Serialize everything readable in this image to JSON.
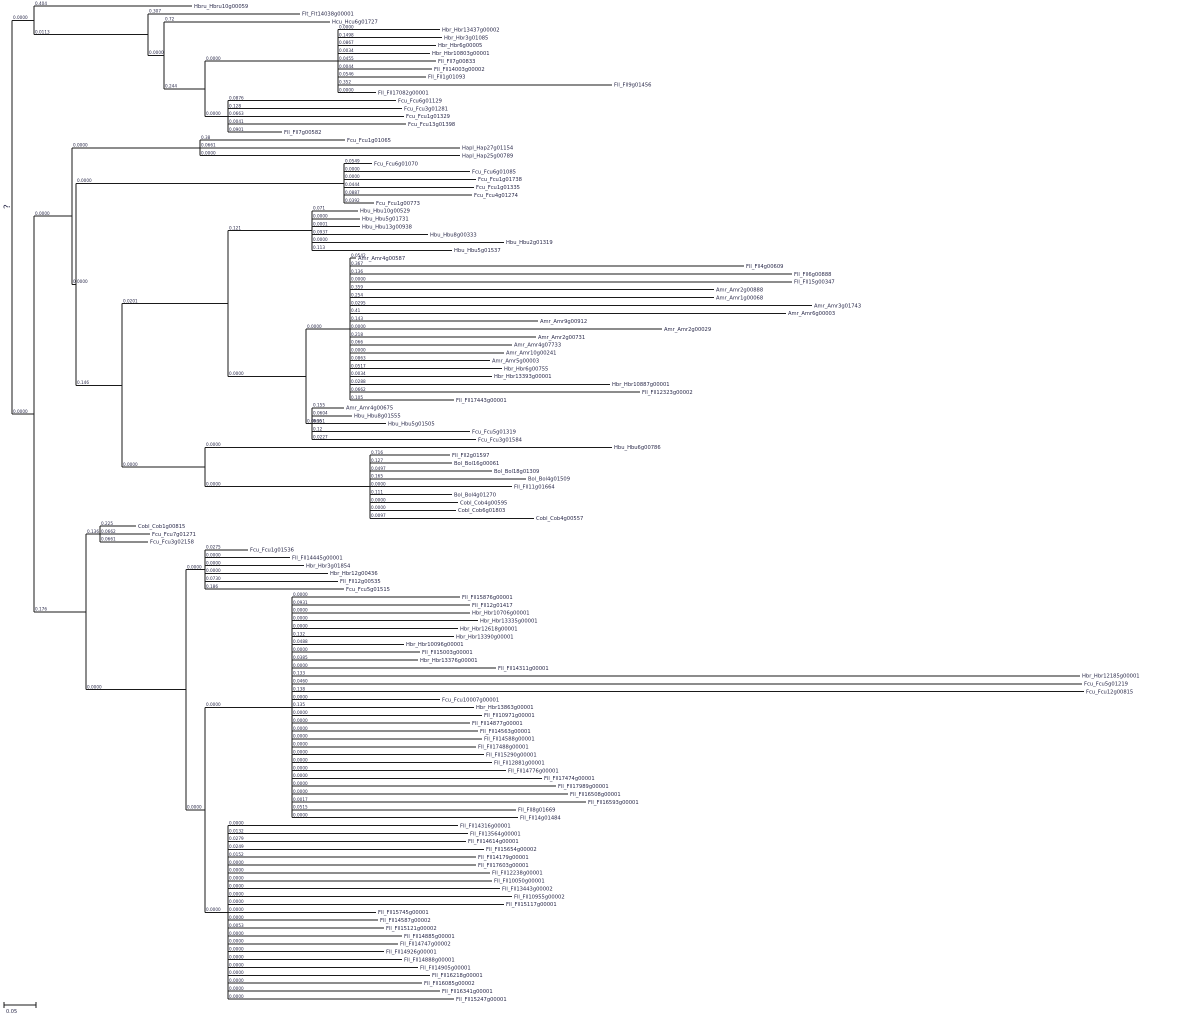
{
  "tree": {
    "root_marker": "?",
    "scale_label": "0.05",
    "line_color": "#1a1a1a",
    "text_color": "#2a2a4a",
    "leaves": [
      {
        "label": "Hbru_Hbru10g00059",
        "support": "0.404"
      },
      {
        "label": "Flt_Flt14038g00001",
        "support": "0.307"
      },
      {
        "label": "Hcu_Hcu6g01727",
        "support": "0.72"
      },
      {
        "label": "Hbr_Hbr13437g00002",
        "support": "0.0000"
      },
      {
        "label": "Hbr_Hbr3g01085",
        "support": "0.1498"
      },
      {
        "label": "Hbr_Hbr6g00005",
        "support": "0.0867"
      },
      {
        "label": "Hbr_Hbr10803g00001",
        "support": "0.0034"
      },
      {
        "label": "Fll_Fll7g00833",
        "support": "0.0455"
      },
      {
        "label": "Fll_Fll14003g00002",
        "support": "0.0044"
      },
      {
        "label": "Fll_Fll1g01093",
        "support": "0.0546"
      },
      {
        "label": "Fll_Fll9g01456",
        "support": "0.352"
      },
      {
        "label": "Fll_Fll17082g00001",
        "support": "0.0000"
      },
      {
        "label": "Fcu_Fcu6g01129",
        "support": "0.0876"
      },
      {
        "label": "Fcu_Fcu3g01281",
        "support": "0.128"
      },
      {
        "label": "Fcu_Fcu1g01329",
        "support": "0.0663"
      },
      {
        "label": "Fcu_Fcu13g01398",
        "support": "0.0041"
      },
      {
        "label": "Fll_Fll7g00582",
        "support": "0.0901"
      },
      {
        "label": "Fcu_Fcu1g01065",
        "support": "0.38"
      },
      {
        "label": "Hapl_Hap27g01154",
        "support": "0.0661"
      },
      {
        "label": "Hapl_Hap25g00789",
        "support": "0.0000"
      },
      {
        "label": "Fcu_Fcu6g01070",
        "support": "0.0549"
      },
      {
        "label": "Fcu_Fcu6g01085",
        "support": "0.0000"
      },
      {
        "label": "Fcu_Fcu1g01738",
        "support": "0.0000"
      },
      {
        "label": "Fcu_Fcu1g01335",
        "support": "0.0444"
      },
      {
        "label": "Fcu_Fcu4g01274",
        "support": "0.0887"
      },
      {
        "label": "Fcu_Fcu1g00773",
        "support": "0.0392"
      },
      {
        "label": "Hbu_Hbu10g00529",
        "support": "0.071"
      },
      {
        "label": "Hbu_Hbu5g01731",
        "support": "0.0000"
      },
      {
        "label": "Hbu_Hbu13g00938",
        "support": "0.0001"
      },
      {
        "label": "Hbu_Hbu8g00333",
        "support": "0.0937"
      },
      {
        "label": "Hbu_Hbu2g01319",
        "support": "0.0000"
      },
      {
        "label": "Hbu_Hbu5g01537",
        "support": "0.113"
      },
      {
        "label": "Amr_Amr4g00587",
        "support": "0.0542"
      },
      {
        "label": "Fll_Fll4g00609",
        "support": "0.367"
      },
      {
        "label": "Fll_Fll6g00888",
        "support": "0.136"
      },
      {
        "label": "Fll_Fll15g00347",
        "support": "0.0000"
      },
      {
        "label": "Amr_Amr2g00888",
        "support": "0.359"
      },
      {
        "label": "Amr_Amr1g00068",
        "support": "0.254"
      },
      {
        "label": "Amr_Amr3g01743",
        "support": "0.0295"
      },
      {
        "label": "Amr_Amr6g00003",
        "support": "0.41"
      },
      {
        "label": "Amr_Amr9g00912",
        "support": "0.143"
      },
      {
        "label": "Amr_Amr2g00029",
        "support": "0.0000"
      },
      {
        "label": "Amr_Amr2g00731",
        "support": "0.218"
      },
      {
        "label": "Amr_Amr4g07733",
        "support": "0.066"
      },
      {
        "label": "Amr_Amr10g00241",
        "support": "0.0000"
      },
      {
        "label": "Amr_Amr5g00003",
        "support": "0.0863"
      },
      {
        "label": "Hbr_Hbr6g00755",
        "support": "0.0517"
      },
      {
        "label": "Hbr_Hbr13393g00001",
        "support": "0.0034"
      },
      {
        "label": "Hbr_Hbr10887g00001",
        "support": "0.0288"
      },
      {
        "label": "Fll_Fll12323g00002",
        "support": "0.0662"
      },
      {
        "label": "Fll_Fll17443g00001",
        "support": "0.105"
      },
      {
        "label": "Amr_Amr4g00675",
        "support": "0.155"
      },
      {
        "label": "Hbu_Hbu8g01555",
        "support": "0.0604"
      },
      {
        "label": "Hbu_Hbu5g01505",
        "support": "0.151"
      },
      {
        "label": "Fcu_Fcu5g01319",
        "support": "0.12"
      },
      {
        "label": "Fcu_Fcu3g01584",
        "support": "0.0227"
      },
      {
        "label": "Hbu_Hbu6g00786",
        "support": "0.0000"
      },
      {
        "label": "Fll_Fll2g01597",
        "support": "0.716"
      },
      {
        "label": "Bol_Bol16g00061",
        "support": "0.127"
      },
      {
        "label": "Bol_Bol18g01309",
        "support": "0.0497"
      },
      {
        "label": "Bol_Bol4g01509",
        "support": "0.165"
      },
      {
        "label": "Fll_Fll11g01664",
        "support": "0.0000"
      },
      {
        "label": "Bol_Bol4g01270",
        "support": "0.111"
      },
      {
        "label": "Cobl_Cob4g00595",
        "support": "0.0000"
      },
      {
        "label": "Cobl_Cob6g01803",
        "support": "0.0000"
      },
      {
        "label": "Cobl_Cob4g00557",
        "support": "0.0097"
      },
      {
        "label": "Cobl_Cob1g00815",
        "support": "0.225"
      },
      {
        "label": "Fcu_Fcu7g01271",
        "support": "0.0662"
      },
      {
        "label": "Fcu_Fcu3g02158",
        "support": "0.0661"
      },
      {
        "label": "Fcu_Fcu1g01536",
        "support": "0.0275"
      },
      {
        "label": "Fll_Fll14445g00001",
        "support": "0.0000"
      },
      {
        "label": "Hbr_Hbr3g01854",
        "support": "0.0000"
      },
      {
        "label": "Hbr_Hbr12g00436",
        "support": "0.0000"
      },
      {
        "label": "Fll_Fll12g00535",
        "support": "0.0730"
      },
      {
        "label": "Fcu_Fcu5g01515",
        "support": "0.186"
      },
      {
        "label": "Fll_Fll15876g00001",
        "support": "0.0000"
      },
      {
        "label": "Fll_Fll12g01417",
        "support": "0.0931"
      },
      {
        "label": "Hbr_Hbr10706g00001",
        "support": "0.0000"
      },
      {
        "label": "Hbr_Hbr13335g00001",
        "support": "0.0000"
      },
      {
        "label": "Hbr_Hbr12618g00001",
        "support": "0.0000"
      },
      {
        "label": "Hbr_Hbr13390g00001",
        "support": "0.132"
      },
      {
        "label": "Hbr_Hbr10096g00001",
        "support": "0.0488"
      },
      {
        "label": "Fll_Fll15003g00001",
        "support": "0.0000"
      },
      {
        "label": "Hbr_Hbr13376g00001",
        "support": "0.0385"
      },
      {
        "label": "Fll_Fll14311g00001",
        "support": "0.0000"
      },
      {
        "label": "Hbr_Hbr12185g00001",
        "support": "0.133"
      },
      {
        "label": "Fcu_Fcu5g01219",
        "support": "0.0460"
      },
      {
        "label": "Fcu_Fcu12g00815",
        "support": "0.138"
      },
      {
        "label": "Fcu_Fcu10007g00001",
        "support": "0.0000"
      },
      {
        "label": "Hbr_Hbr13863g00001",
        "support": "0.135"
      },
      {
        "label": "Fll_Fll10971g00001",
        "support": "0.0000"
      },
      {
        "label": "Fll_Fll14877g00001",
        "support": "0.0000"
      },
      {
        "label": "Fll_Fll14563g00001",
        "support": "0.0000"
      },
      {
        "label": "Fll_Fll14588g00001",
        "support": "0.0000"
      },
      {
        "label": "Fll_Fll17488g00001",
        "support": "0.0000"
      },
      {
        "label": "Fll_Fll15290g00001",
        "support": "0.0000"
      },
      {
        "label": "Fll_Fll12881g00001",
        "support": "0.0000"
      },
      {
        "label": "Fll_Fll14776g00001",
        "support": "0.0000"
      },
      {
        "label": "Fll_Fll17474g00001",
        "support": "0.0000"
      },
      {
        "label": "Fll_Fll17989g00001",
        "support": "0.0000"
      },
      {
        "label": "Fll_Fll16508g00001",
        "support": "0.0000"
      },
      {
        "label": "Fll_Fll16593g00001",
        "support": "0.0017"
      },
      {
        "label": "Fll_Fll8g01669",
        "support": "0.0515"
      },
      {
        "label": "Fll_Fll14g01484",
        "support": "0.0000"
      },
      {
        "label": "Fll_Fll14316g00001",
        "support": "0.0000"
      },
      {
        "label": "Fll_Fll13564g00001",
        "support": "0.0132"
      },
      {
        "label": "Fll_Fll14614g00001",
        "support": "0.0279"
      },
      {
        "label": "Fll_Fll15654g00002",
        "support": "0.0249"
      },
      {
        "label": "Fll_Fll14179g00001",
        "support": "0.0152"
      },
      {
        "label": "Fll_Fll17603g00001",
        "support": "0.0000"
      },
      {
        "label": "Fll_Fll12238g00001",
        "support": "0.0000"
      },
      {
        "label": "Fll_Fll10050g00001",
        "support": "0.0000"
      },
      {
        "label": "Fll_Fll13443g00002",
        "support": "0.0000"
      },
      {
        "label": "Fll_Fll10955g00002",
        "support": "0.0000"
      },
      {
        "label": "Fll_Fll15117g00001",
        "support": "0.0000"
      },
      {
        "label": "Fll_Fll15745g00001",
        "support": "0.0000"
      },
      {
        "label": "Fll_Fll14587g00002",
        "support": "0.0000"
      },
      {
        "label": "Fll_Fll15121g00002",
        "support": "0.0053"
      },
      {
        "label": "Fll_Fll14885g00001",
        "support": "0.0000"
      },
      {
        "label": "Fll_Fll14747g00002",
        "support": "0.0000"
      },
      {
        "label": "Fll_Fll14926g00001",
        "support": "0.0000"
      },
      {
        "label": "Fll_Fll14888g00001",
        "support": "0.0000"
      },
      {
        "label": "Fll_Fll14905g00001",
        "support": "0.0000"
      },
      {
        "label": "Fll_Fll16218g00001",
        "support": "0.0000"
      },
      {
        "label": "Fll_Fll16085g00002",
        "support": "0.0000"
      },
      {
        "label": "Fll_Fll16341g00001",
        "support": "0.0000"
      },
      {
        "label": "Fll_Fll15247g00001",
        "support": "0.0000"
      }
    ],
    "internal_supports": [
      "0.0000",
      "0.0000",
      "0.244",
      "0.0000",
      "0.0113",
      "0.0000",
      "0.0000",
      "0.0000",
      "0.121",
      "0.0000",
      "0.0666",
      "0.0000",
      "0.0201",
      "0.0000",
      "0.0000",
      "0.146",
      "0.0000",
      "0.0000",
      "0.136",
      "0.0000",
      "0.0000",
      "0.0000",
      "0.0000",
      "0.0000",
      "0.176",
      "0.0000",
      "0.134",
      "0.0000",
      "0.0000",
      "0.0000",
      "0.0000",
      "0.0000",
      "0.0000",
      "0.0000",
      "0.0000",
      "0.0000",
      "0.0000",
      "0.0000",
      "0.0000",
      "0.0000",
      "0.0000",
      "0.0000",
      "0.0000",
      "0.0000",
      "0.0000",
      "0.0000",
      "0.0000",
      "0.0000",
      "0.0000",
      "0.0000",
      "0.0000",
      "0.0000",
      "0.0000",
      "0.0000",
      "0.0000",
      "0.0000",
      "0.0000",
      "0.0000",
      "0.0000",
      "0.0000",
      "0.0000",
      "0.0000",
      "0.0000",
      "0.0000",
      "0.0000",
      "0.0000",
      "0.0000",
      "0.0000",
      "0.0000",
      "0.0000",
      "0.0000",
      "0.0000",
      "0.0000",
      "0.0000",
      "0.0000",
      "0.0000",
      "0.0000",
      "0.0000",
      "0.0000",
      "0.0000",
      "0.0000",
      "0.0000",
      "0.0000",
      "0.0000",
      "0.0000",
      "0.0000",
      "0.0000",
      "0.0000",
      "0.0000",
      "0.0000",
      "0.0000",
      "0.0000",
      "0.0000",
      "0.0000",
      "0.0000",
      "0.0000",
      "0.0000",
      "0.0000",
      "0.0000",
      "0.0000",
      "0.0000",
      "0.0000",
      "0.0000",
      "0.0000",
      "0.0000",
      "0.0000",
      "0.0000",
      "0.0000",
      "0.0000",
      "0.0000",
      "0.0000",
      "0.0000",
      "0.0000",
      "0.0000",
      "0.0000",
      "0.0000",
      "0.0000",
      "0.0000",
      "0.0000",
      "0.0000",
      "0.0000",
      "0.0000",
      "0.0000",
      "0.0000",
      "0.0000",
      "0.0000",
      "0.0000",
      "0.0000"
    ]
  }
}
